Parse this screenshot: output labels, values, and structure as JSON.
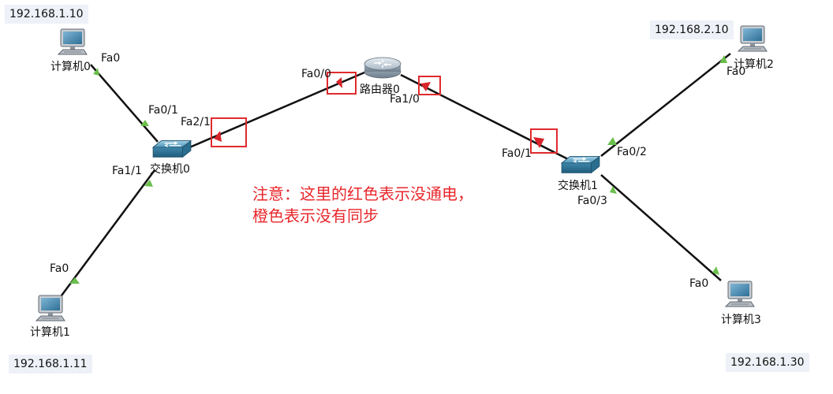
{
  "ip_labels": {
    "pc0": "192.168.1.10",
    "pc1": "192.168.1.11",
    "pc2": "192.168.2.10",
    "pc3": "192.168.1.30"
  },
  "devices": {
    "pc0": "计算机0",
    "pc1": "计算机1",
    "pc2": "计算机2",
    "pc3": "计算机3",
    "switch0": "交换机0",
    "switch1": "交换机1",
    "router0": "路由器0"
  },
  "ports": {
    "pc0_fa0": "Fa0",
    "sw0_fa01": "Fa0/1",
    "sw0_fa21": "Fa2/1",
    "sw0_fa11": "Fa1/1",
    "pc1_fa0": "Fa0",
    "r0_fa00": "Fa0/0",
    "r0_fa10": "Fa1/0",
    "sw1_fa01": "Fa0/1",
    "sw1_fa02": "Fa0/2",
    "sw1_fa03": "Fa0/3",
    "pc2_fa0": "Fa0",
    "pc3_fa0": "Fa0"
  },
  "note": {
    "line1": "注意：这里的红色表示没通电，",
    "line2": "橙色表示没有同步"
  },
  "colors": {
    "link": "#111111",
    "port_up": "#6abf4b",
    "port_down": "#d8242a",
    "highlight_box": "#e02a2e",
    "note_text": "#e8262b",
    "ip_bg": "#eef1f7"
  }
}
